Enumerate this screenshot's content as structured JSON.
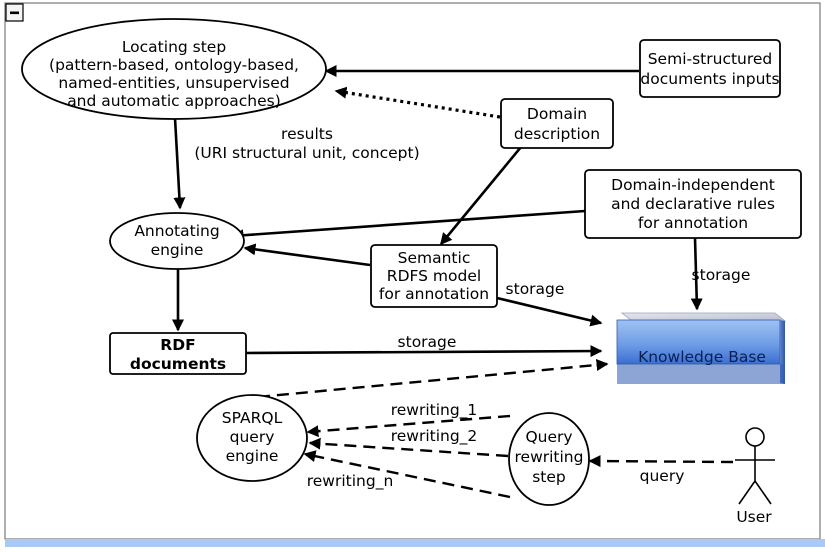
{
  "diagram": {
    "collapse_toggle": "−",
    "nodes": {
      "locating_step": [
        "Locating step",
        "(pattern-based, ontology-based,",
        "named-entities, unsupervised",
        "and automatic approaches)"
      ],
      "semi_structured_inputs": [
        "Semi-structured",
        "documents inputs"
      ],
      "domain_description": [
        "Domain",
        "description"
      ],
      "domain_independent_rules": [
        "Domain-independent",
        "and declarative rules",
        "for annotation"
      ],
      "annotating_engine": [
        "Annotating",
        "engine"
      ],
      "semantic_model": [
        "Semantic",
        "RDFS model",
        "for annotation"
      ],
      "rdf_documents": [
        "RDF",
        "documents"
      ],
      "knowledge_base": "Knowledge Base",
      "sparql_engine": [
        "SPARQL",
        "query",
        "engine"
      ],
      "query_rewriting": [
        "Query",
        "rewriting",
        "step"
      ],
      "user": "User"
    },
    "edge_labels": {
      "results": [
        "results",
        "(URI structural unit, concept)"
      ],
      "storage_model": "storage",
      "storage_rules": "storage",
      "storage_rdf": "storage",
      "rewriting_1": "rewriting_1",
      "rewriting_2": "rewriting_2",
      "rewriting_n": "rewriting_n",
      "query": "query"
    },
    "colors": {
      "border": "#7a7a7a",
      "kb_top": "#c9cede",
      "kb_front_light": "#8db4ee",
      "kb_front_dark": "#3a6fd0",
      "bottom_bar": "#a9c9f5"
    }
  }
}
